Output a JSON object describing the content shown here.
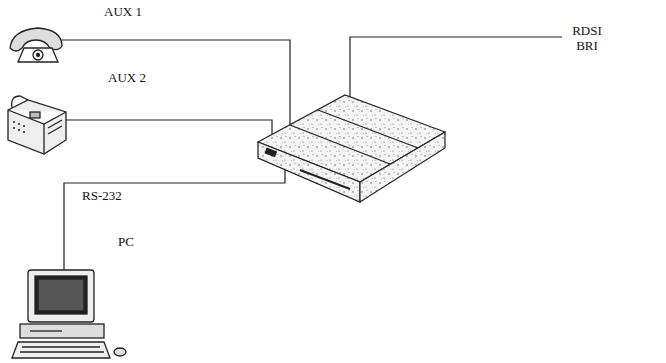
{
  "diagram": {
    "labels": [
      "AUX 1",
      "AUX 2",
      "RS-232",
      "PC",
      "RDSI BRI"
    ]
  }
}
